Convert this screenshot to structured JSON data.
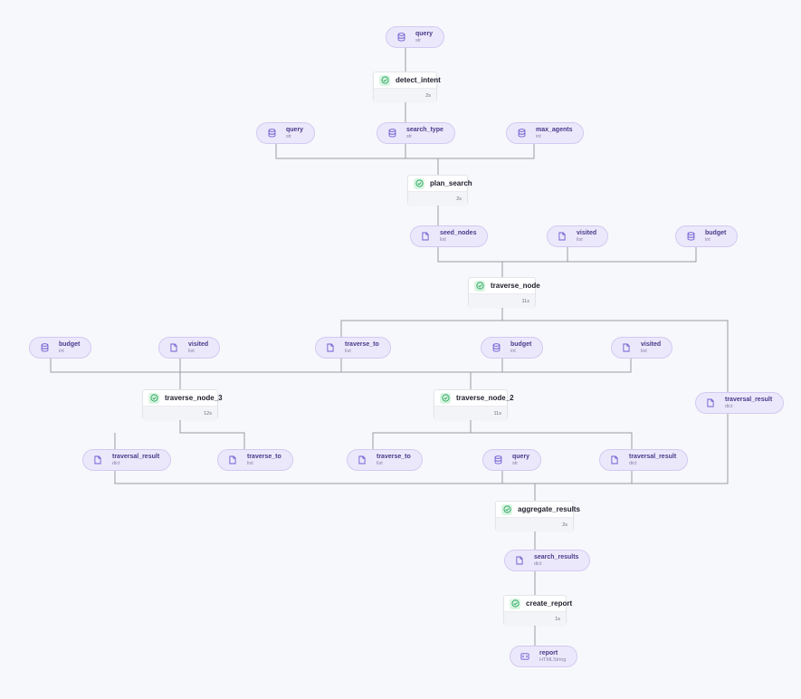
{
  "colors": {
    "edge": "#9a9ba3",
    "artifact_bg": "#ece8fb",
    "artifact_icon": "#6b5bd0",
    "step_check": "#2fa962"
  },
  "steps": {
    "detect_intent": {
      "name": "detect_intent",
      "duration": "2s"
    },
    "plan_search": {
      "name": "plan_search",
      "duration": "2s"
    },
    "traverse_node": {
      "name": "traverse_node",
      "duration": "11s"
    },
    "traverse_node_3": {
      "name": "traverse_node_3",
      "duration": "12s"
    },
    "traverse_node_2": {
      "name": "traverse_node_2",
      "duration": "11s"
    },
    "aggregate_results": {
      "name": "aggregate_results",
      "duration": "2s"
    },
    "create_report": {
      "name": "create_report",
      "duration": "1s"
    }
  },
  "artifacts": {
    "query_1": {
      "name": "query",
      "type": "str",
      "icon": "database-icon"
    },
    "query_2": {
      "name": "query",
      "type": "str",
      "icon": "database-icon"
    },
    "search_type": {
      "name": "search_type",
      "type": "str",
      "icon": "database-icon"
    },
    "max_agents": {
      "name": "max_agents",
      "type": "int",
      "icon": "database-icon"
    },
    "seed_nodes": {
      "name": "seed_nodes",
      "type": "list",
      "icon": "file-icon"
    },
    "visited_1": {
      "name": "visited",
      "type": "list",
      "icon": "file-icon"
    },
    "budget_1": {
      "name": "budget",
      "type": "int",
      "icon": "database-icon"
    },
    "budget_2": {
      "name": "budget",
      "type": "int",
      "icon": "database-icon"
    },
    "visited_2": {
      "name": "visited",
      "type": "list",
      "icon": "file-icon"
    },
    "traverse_to_1": {
      "name": "traverse_to",
      "type": "list",
      "icon": "file-icon"
    },
    "budget_3": {
      "name": "budget",
      "type": "int",
      "icon": "database-icon"
    },
    "visited_3": {
      "name": "visited",
      "type": "list",
      "icon": "file-icon"
    },
    "traversal_result_1": {
      "name": "traversal_result",
      "type": "dict",
      "icon": "file-icon"
    },
    "traversal_result_2": {
      "name": "traversal_result",
      "type": "dict",
      "icon": "file-icon"
    },
    "traverse_to_2": {
      "name": "traverse_to",
      "type": "list",
      "icon": "file-icon"
    },
    "traverse_to_3": {
      "name": "traverse_to",
      "type": "list",
      "icon": "file-icon"
    },
    "query_3": {
      "name": "query",
      "type": "str",
      "icon": "database-icon"
    },
    "traversal_result_3": {
      "name": "traversal_result",
      "type": "dict",
      "icon": "file-icon"
    },
    "search_results": {
      "name": "search_results",
      "type": "dict",
      "icon": "file-icon"
    },
    "report": {
      "name": "report",
      "type": "HTMLString",
      "icon": "html-icon"
    }
  }
}
